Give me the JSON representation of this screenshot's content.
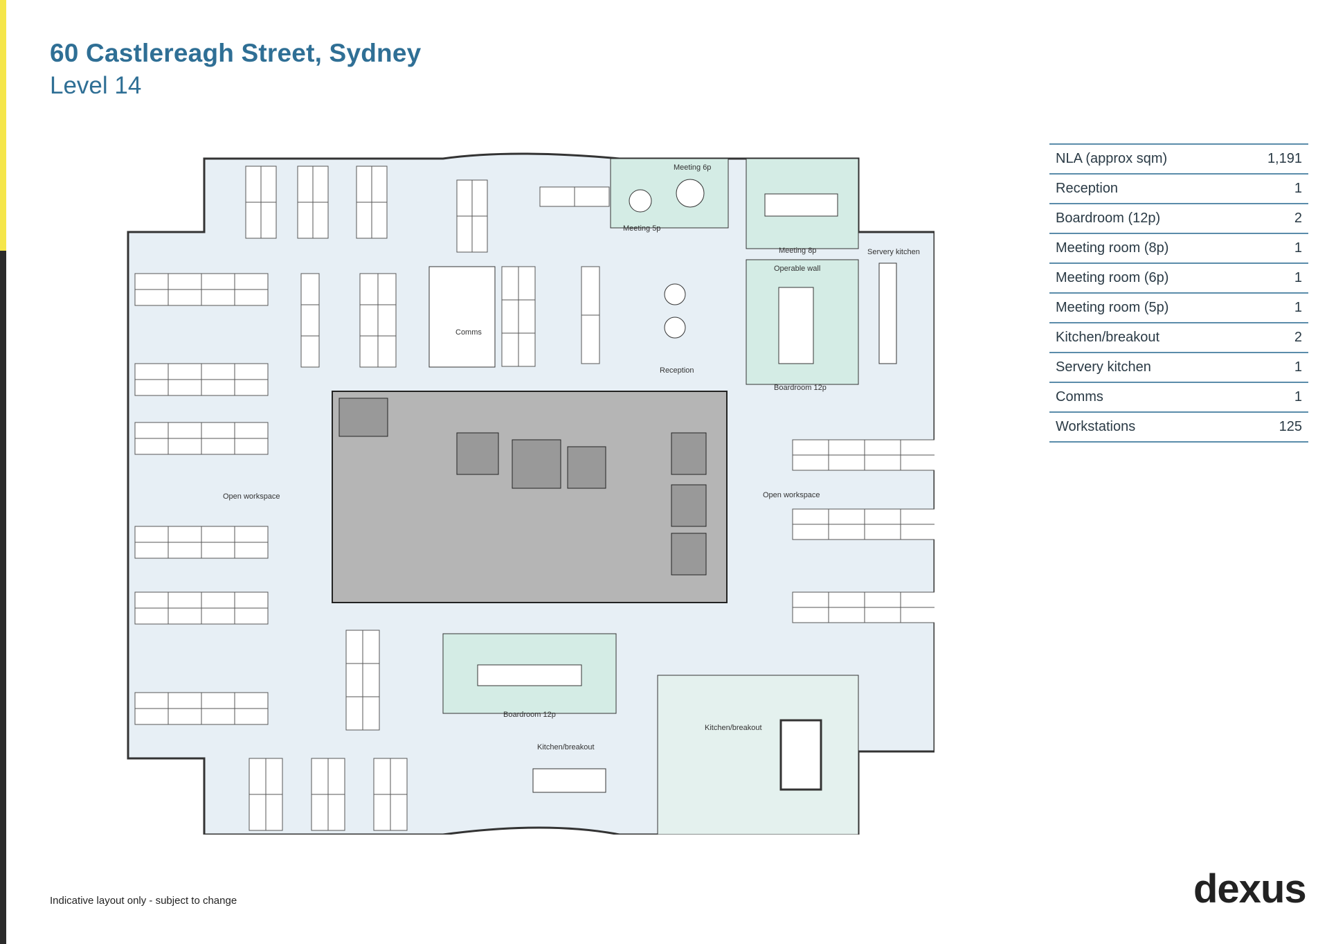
{
  "header": {
    "title": "60 Castlereagh Street, Sydney",
    "subtitle": "Level 14"
  },
  "colors": {
    "heading": "#2f6f95",
    "accent_yellow": "#f5e64a",
    "side_dark": "#2b2b2b",
    "floor_fill": "#e7eff5",
    "room_green": "#d4ece5",
    "core_grey": "#b5b5b5",
    "rule_blue": "#5a8caa"
  },
  "plan_labels": {
    "meeting_6p": "Meeting 6p",
    "meeting_5p": "Meeting 5p",
    "meeting_8p": "Meeting 8p",
    "operable_wall": "Operable wall",
    "servery_kitchen": "Servery kitchen",
    "comms": "Comms",
    "reception": "Reception",
    "boardroom_12p_top": "Boardroom 12p",
    "open_workspace_left": "Open workspace",
    "open_workspace_right": "Open workspace",
    "boardroom_12p_bottom": "Boardroom 12p",
    "kitchen_breakout_bottom": "Kitchen/breakout",
    "kitchen_breakout_right": "Kitchen/breakout"
  },
  "stats": [
    {
      "label": "NLA (approx sqm)",
      "value": "1,191"
    },
    {
      "label": "Reception",
      "value": "1"
    },
    {
      "label": "Boardroom (12p)",
      "value": "2"
    },
    {
      "label": "Meeting room (8p)",
      "value": "1"
    },
    {
      "label": "Meeting room (6p)",
      "value": "1"
    },
    {
      "label": "Meeting room (5p)",
      "value": "1"
    },
    {
      "label": "Kitchen/breakout",
      "value": "2"
    },
    {
      "label": "Servery kitchen",
      "value": "1"
    },
    {
      "label": "Comms",
      "value": "1"
    },
    {
      "label": "Workstations",
      "value": "125"
    }
  ],
  "footer": {
    "disclaimer": "Indicative layout only - subject to change",
    "logo_text": "dexus"
  }
}
